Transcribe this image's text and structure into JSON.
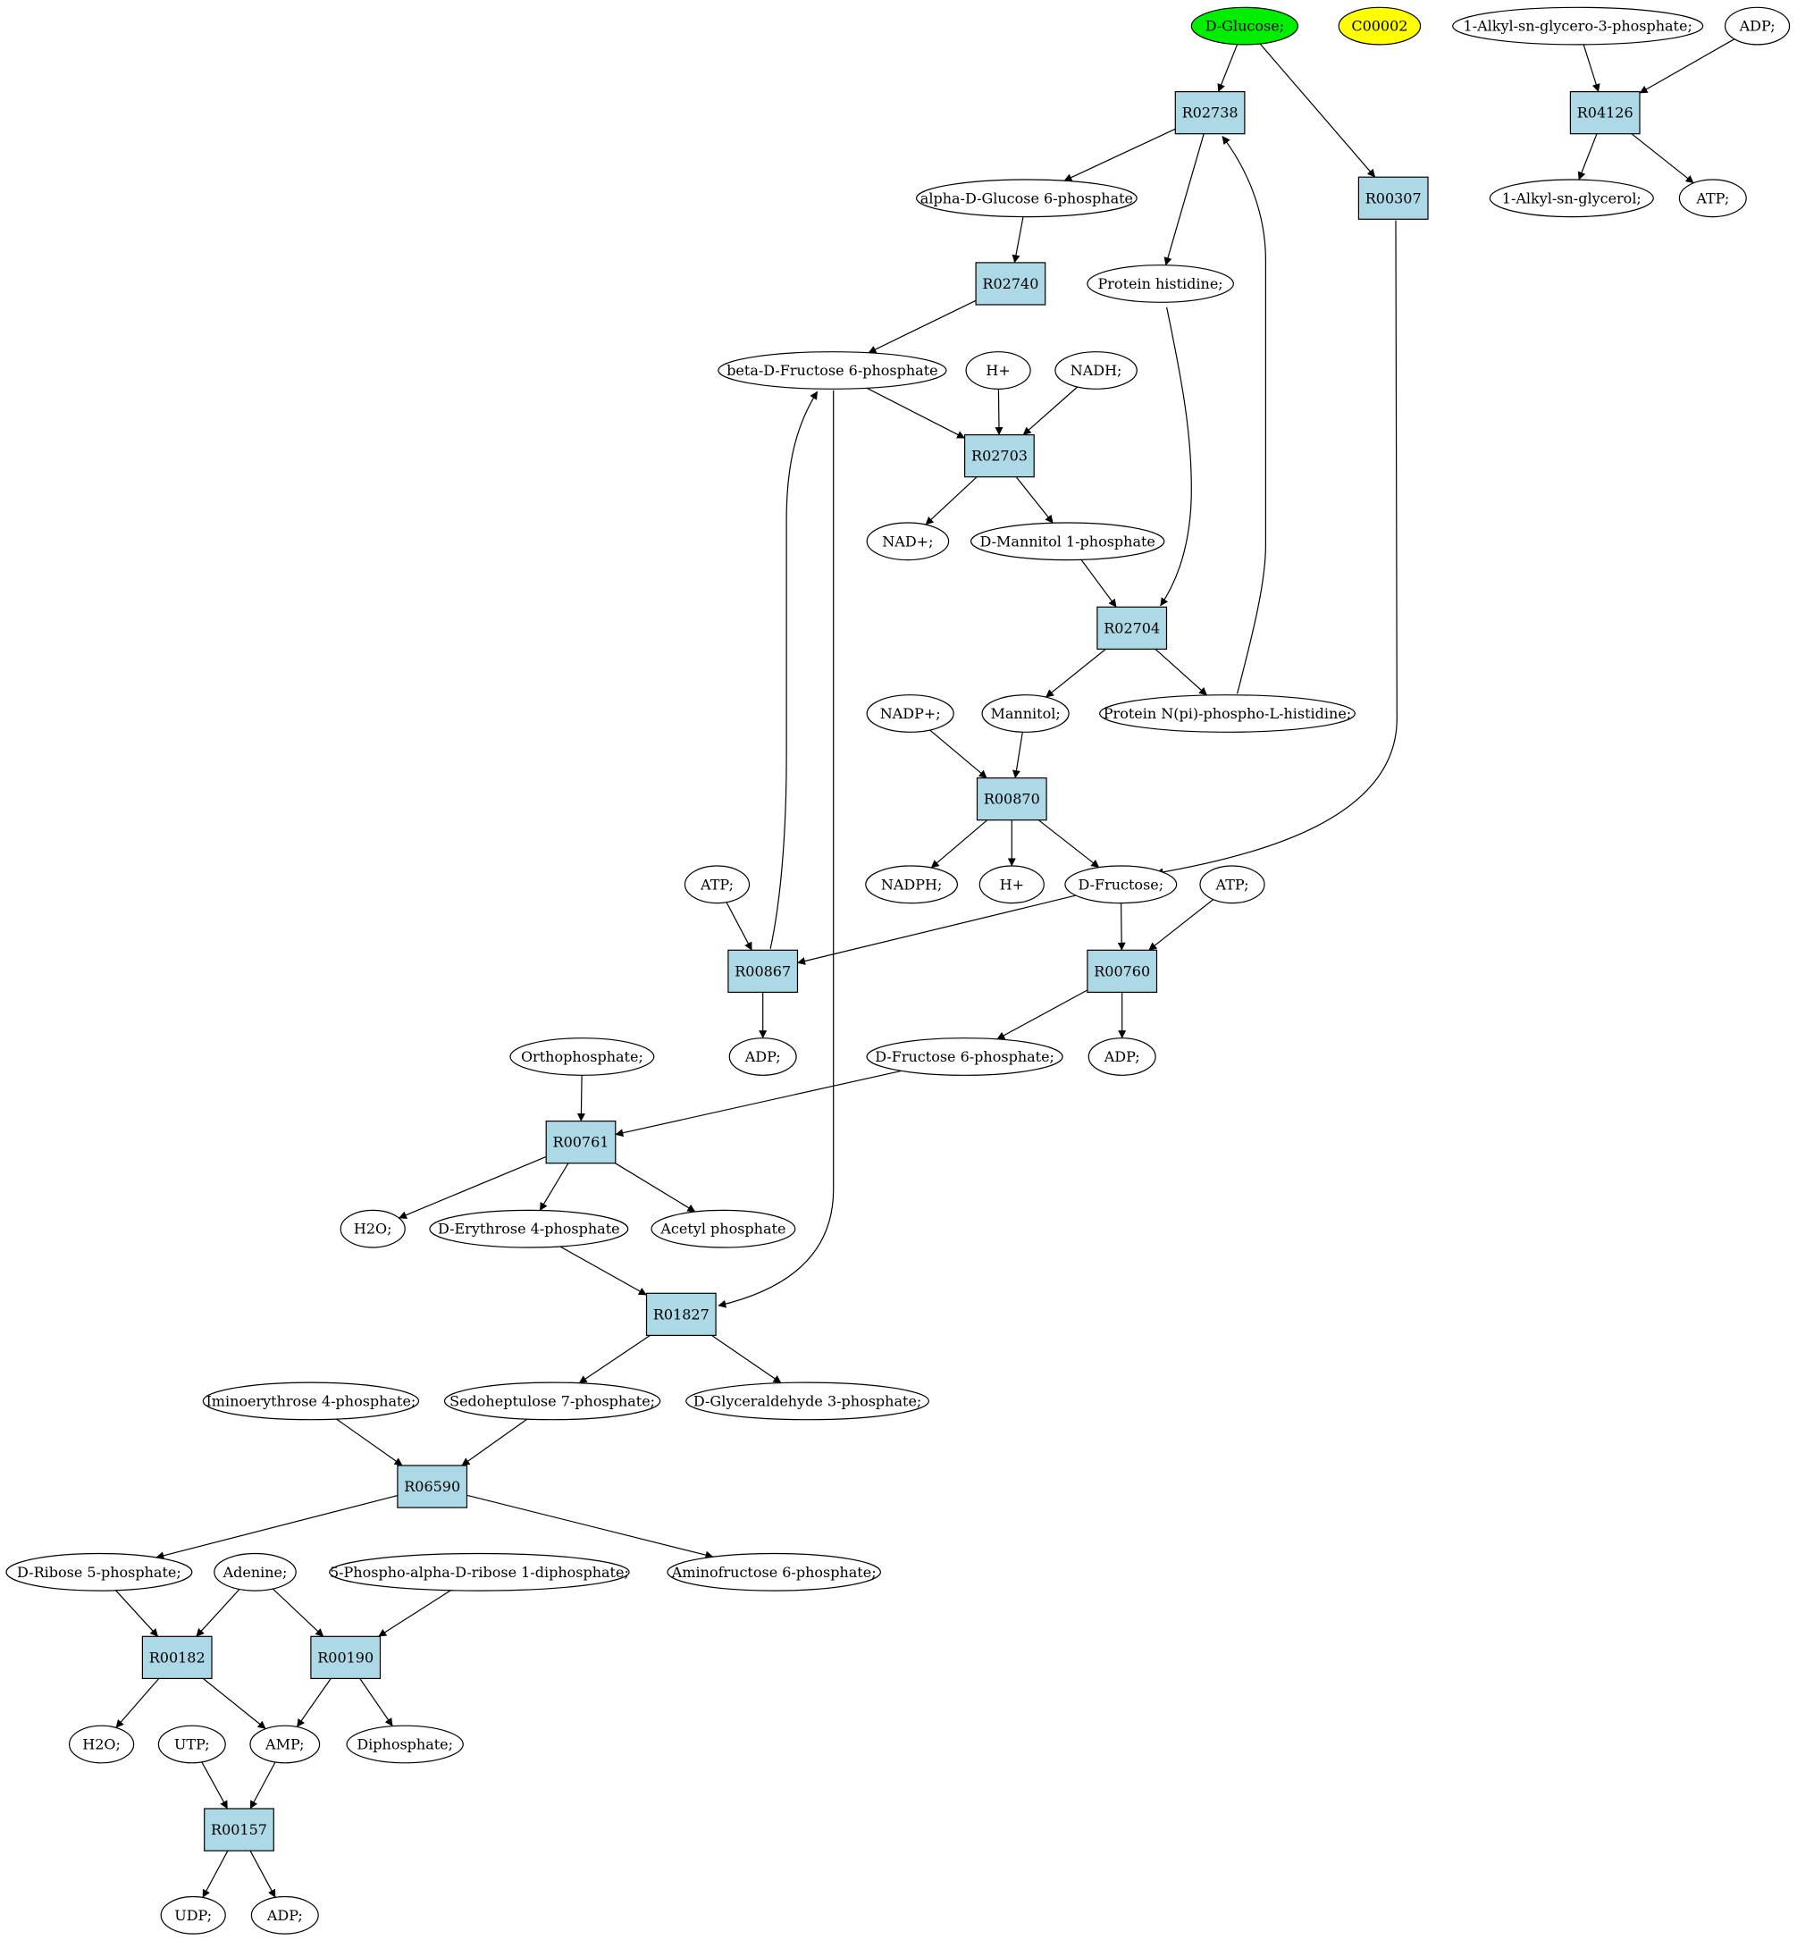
{
  "colors": {
    "reaction_fill": "#add8e6",
    "compound_fill": "#ffffff",
    "highlight_green": "#00ee00",
    "highlight_yellow": "#ffff00",
    "edge": "#000000"
  },
  "nodes": [
    {
      "id": "glucose",
      "kind": "compound",
      "label": "D-Glucose;",
      "color": "green"
    },
    {
      "id": "c00002",
      "kind": "compound",
      "label": "C00002",
      "color": "yellow"
    },
    {
      "id": "alkylg3p",
      "kind": "compound",
      "label": "1-Alkyl-sn-glycero-3-phosphate;"
    },
    {
      "id": "adp_top",
      "kind": "compound",
      "label": "ADP;"
    },
    {
      "id": "r02738",
      "kind": "reaction",
      "label": "R02738"
    },
    {
      "id": "r04126",
      "kind": "reaction",
      "label": "R04126"
    },
    {
      "id": "ag6p",
      "kind": "compound",
      "label": "alpha-D-Glucose 6-phosphate"
    },
    {
      "id": "r00307",
      "kind": "reaction",
      "label": "R00307"
    },
    {
      "id": "alkylgly",
      "kind": "compound",
      "label": "1-Alkyl-sn-glycerol;"
    },
    {
      "id": "atp_top",
      "kind": "compound",
      "label": "ATP;"
    },
    {
      "id": "r02740",
      "kind": "reaction",
      "label": "R02740"
    },
    {
      "id": "prothis",
      "kind": "compound",
      "label": "Protein histidine;"
    },
    {
      "id": "bf6p",
      "kind": "compound",
      "label": "beta-D-Fructose 6-phosphate"
    },
    {
      "id": "hplus1",
      "kind": "compound",
      "label": "H+"
    },
    {
      "id": "nadh",
      "kind": "compound",
      "label": "NADH;"
    },
    {
      "id": "r02703",
      "kind": "reaction",
      "label": "R02703"
    },
    {
      "id": "nadplus",
      "kind": "compound",
      "label": "NAD+;"
    },
    {
      "id": "dm1p",
      "kind": "compound",
      "label": "D-Mannitol 1-phosphate"
    },
    {
      "id": "r02704",
      "kind": "reaction",
      "label": "R02704"
    },
    {
      "id": "nadpplus",
      "kind": "compound",
      "label": "NADP+;"
    },
    {
      "id": "mannitol",
      "kind": "compound",
      "label": "Mannitol;"
    },
    {
      "id": "protph",
      "kind": "compound",
      "label": "Protein N(pi)-phospho-L-histidine;"
    },
    {
      "id": "r00870",
      "kind": "reaction",
      "label": "R00870"
    },
    {
      "id": "atp1",
      "kind": "compound",
      "label": "ATP;"
    },
    {
      "id": "nadph",
      "kind": "compound",
      "label": "NADPH;"
    },
    {
      "id": "hplus2",
      "kind": "compound",
      "label": "H+"
    },
    {
      "id": "fructose",
      "kind": "compound",
      "label": "D-Fructose;"
    },
    {
      "id": "atp2",
      "kind": "compound",
      "label": "ATP;"
    },
    {
      "id": "r00867",
      "kind": "reaction",
      "label": "R00867"
    },
    {
      "id": "r00760",
      "kind": "reaction",
      "label": "R00760"
    },
    {
      "id": "ortho",
      "kind": "compound",
      "label": "Orthophosphate;"
    },
    {
      "id": "adp1",
      "kind": "compound",
      "label": "ADP;"
    },
    {
      "id": "df6p",
      "kind": "compound",
      "label": "D-Fructose 6-phosphate;"
    },
    {
      "id": "adp2",
      "kind": "compound",
      "label": "ADP;"
    },
    {
      "id": "r00761",
      "kind": "reaction",
      "label": "R00761"
    },
    {
      "id": "h2o1",
      "kind": "compound",
      "label": "H2O;"
    },
    {
      "id": "de4p",
      "kind": "compound",
      "label": "D-Erythrose 4-phosphate"
    },
    {
      "id": "acetylp",
      "kind": "compound",
      "label": "Acetyl phosphate"
    },
    {
      "id": "r01827",
      "kind": "reaction",
      "label": "R01827"
    },
    {
      "id": "imino",
      "kind": "compound",
      "label": "Iminoerythrose 4-phosphate;"
    },
    {
      "id": "s7p",
      "kind": "compound",
      "label": "Sedoheptulose 7-phosphate;"
    },
    {
      "id": "g3p",
      "kind": "compound",
      "label": "D-Glyceraldehyde 3-phosphate;"
    },
    {
      "id": "r06590",
      "kind": "reaction",
      "label": "R06590"
    },
    {
      "id": "r5p",
      "kind": "compound",
      "label": "D-Ribose 5-phosphate;"
    },
    {
      "id": "adenine",
      "kind": "compound",
      "label": "Adenine;"
    },
    {
      "id": "prpp",
      "kind": "compound",
      "label": "5-Phospho-alpha-D-ribose 1-diphosphate;"
    },
    {
      "id": "aminof6p",
      "kind": "compound",
      "label": "Aminofructose 6-phosphate;"
    },
    {
      "id": "r00182",
      "kind": "reaction",
      "label": "R00182"
    },
    {
      "id": "r00190",
      "kind": "reaction",
      "label": "R00190"
    },
    {
      "id": "h2o2",
      "kind": "compound",
      "label": "H2O;"
    },
    {
      "id": "utp",
      "kind": "compound",
      "label": "UTP;"
    },
    {
      "id": "amp",
      "kind": "compound",
      "label": "AMP;"
    },
    {
      "id": "diphos",
      "kind": "compound",
      "label": "Diphosphate;"
    },
    {
      "id": "r00157",
      "kind": "reaction",
      "label": "R00157"
    },
    {
      "id": "udp",
      "kind": "compound",
      "label": "UDP;"
    },
    {
      "id": "adp3",
      "kind": "compound",
      "label": "ADP;"
    }
  ],
  "edges": [
    [
      "glucose",
      "r02738"
    ],
    [
      "glucose",
      "r00307"
    ],
    [
      "r02738",
      "ag6p"
    ],
    [
      "r02738",
      "prothis"
    ],
    [
      "ag6p",
      "r02740"
    ],
    [
      "r02740",
      "bf6p"
    ],
    [
      "alkylg3p",
      "r04126"
    ],
    [
      "adp_top",
      "r04126"
    ],
    [
      "r04126",
      "alkylgly"
    ],
    [
      "r04126",
      "atp_top"
    ],
    [
      "bf6p",
      "r02703"
    ],
    [
      "hplus1",
      "r02703"
    ],
    [
      "nadh",
      "r02703"
    ],
    [
      "r02703",
      "nadplus"
    ],
    [
      "r02703",
      "dm1p"
    ],
    [
      "dm1p",
      "r02704"
    ],
    [
      "prothis",
      "r02704"
    ],
    [
      "r02704",
      "mannitol"
    ],
    [
      "r02704",
      "protph"
    ],
    [
      "protph",
      "r02738"
    ],
    [
      "nadpplus",
      "r00870"
    ],
    [
      "mannitol",
      "r00870"
    ],
    [
      "r00870",
      "nadph"
    ],
    [
      "r00870",
      "hplus2"
    ],
    [
      "r00870",
      "fructose"
    ],
    [
      "r00307",
      "fructose"
    ],
    [
      "atp1",
      "r00867"
    ],
    [
      "fructose",
      "r00867"
    ],
    [
      "r00867",
      "bf6p"
    ],
    [
      "r00867",
      "adp1"
    ],
    [
      "fructose",
      "r00760"
    ],
    [
      "atp2",
      "r00760"
    ],
    [
      "r00760",
      "df6p"
    ],
    [
      "r00760",
      "adp2"
    ],
    [
      "ortho",
      "r00761"
    ],
    [
      "df6p",
      "r00761"
    ],
    [
      "r00761",
      "h2o1"
    ],
    [
      "r00761",
      "de4p"
    ],
    [
      "r00761",
      "acetylp"
    ],
    [
      "de4p",
      "r01827"
    ],
    [
      "bf6p",
      "r01827"
    ],
    [
      "r01827",
      "s7p"
    ],
    [
      "r01827",
      "g3p"
    ],
    [
      "imino",
      "r06590"
    ],
    [
      "s7p",
      "r06590"
    ],
    [
      "r06590",
      "r5p"
    ],
    [
      "r06590",
      "aminof6p"
    ],
    [
      "r5p",
      "r00182"
    ],
    [
      "adenine",
      "r00182"
    ],
    [
      "adenine",
      "r00190"
    ],
    [
      "prpp",
      "r00190"
    ],
    [
      "r00182",
      "h2o2"
    ],
    [
      "r00182",
      "amp"
    ],
    [
      "r00190",
      "amp"
    ],
    [
      "r00190",
      "diphos"
    ],
    [
      "utp",
      "r00157"
    ],
    [
      "amp",
      "r00157"
    ],
    [
      "r00157",
      "udp"
    ],
    [
      "r00157",
      "adp3"
    ]
  ]
}
